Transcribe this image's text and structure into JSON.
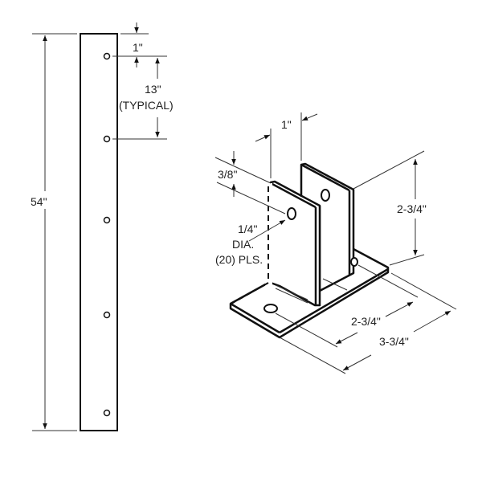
{
  "strip": {
    "length_label": "54\"",
    "top_offset_label": "1\"",
    "spacing_label": "13\"",
    "spacing_note": "(TYPICAL)"
  },
  "bracket": {
    "width_label": "1\"",
    "hole_offset_label": "3/8\"",
    "hole_dia_label": "1/4\"",
    "hole_dia_word": "DIA.",
    "hole_count_label": "(20) PLS.",
    "height_label": "2-3/4\"",
    "base_inner_label": "2-3/4\"",
    "base_outer_label": "3-3/4\""
  }
}
